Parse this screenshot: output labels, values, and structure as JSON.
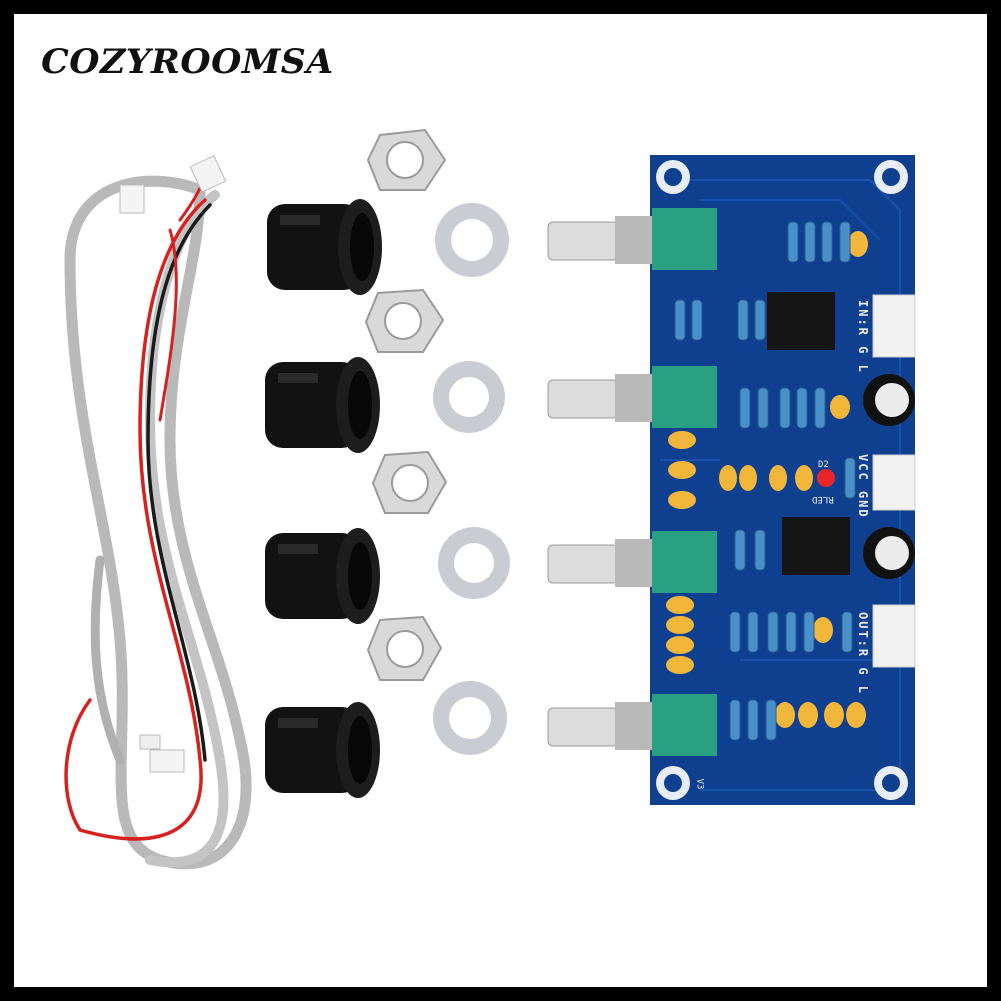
{
  "brand": {
    "watermark": "COZYROOMSA"
  },
  "product": {
    "type": "tone control preamplifier board kit",
    "components": {
      "knobs": 4,
      "hex_nuts": 4,
      "washers": 4,
      "potentiometers": 4,
      "op_amp_chips": 2,
      "electrolytic_capacitors": 2,
      "connectors": 3,
      "cable": "gray cable with red/black wires and white connectors at both ends"
    }
  },
  "pcb": {
    "color": "#0f3f8f",
    "labels": {
      "input": "IN:R G L",
      "power": "VCC GND",
      "output": "OUT:R G L",
      "led": "D2",
      "led_ref": "RLED",
      "version": "V3"
    }
  },
  "colors": {
    "background": "#ffffff",
    "border": "#000000",
    "pcb_blue": "#0f3f8f",
    "pot_green": "#2aa082",
    "capacitor_yellow": "#f2b63a",
    "led_red": "#e8262a",
    "knob_black": "#111111",
    "cable_gray": "#b9b9b9",
    "wire_red": "#d8211f"
  }
}
